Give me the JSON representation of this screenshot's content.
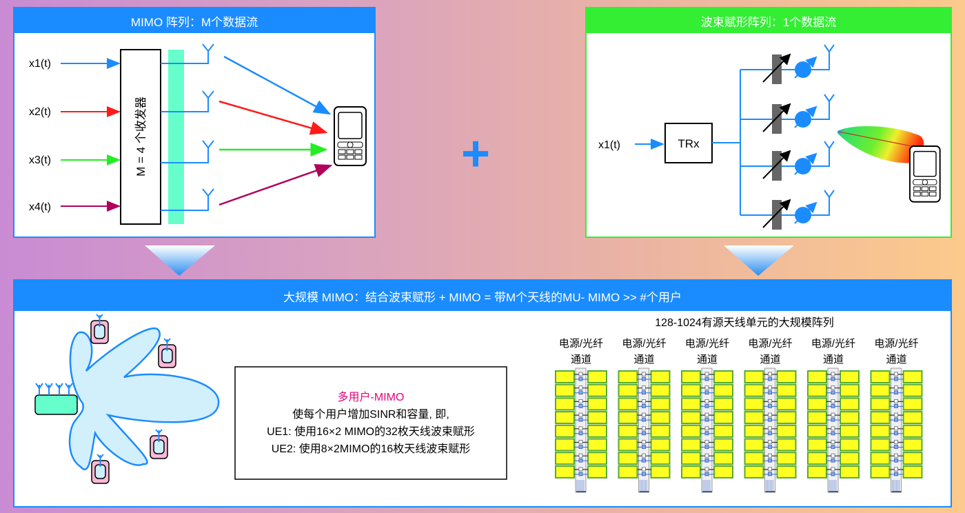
{
  "mimo_panel": {
    "title": "MIMO 阵列：M个数据流",
    "inputs": [
      "x1(t)",
      "x2(t)",
      "x3(t)",
      "x4(t)"
    ],
    "transceiver_label": "M = 4 个收发器"
  },
  "plus": "+",
  "beamforming_panel": {
    "title": "波束赋形阵列：1个数据流",
    "input": "x1(t)",
    "trx_label": "TRx"
  },
  "massive_panel": {
    "title": "大规模 MIMO：结合波束赋形 + MIMO = 带M个天线的MU- MIMO >> #个用户",
    "info_box": {
      "heading": "多用户-MIMO",
      "lines": [
        "使每个用户增加SINR和容量, 即,",
        "UE1: 使用16×2 MIMO的32枚天线波束赋形",
        "UE2: 使用8×2MIMO的16枚天线波束赋形"
      ]
    },
    "array_title": "128-1024有源天线单元的大规模阵列",
    "channel_labels": [
      {
        "line1": "电源/光纤",
        "line2": "通道"
      },
      {
        "line1": "电源/光纤",
        "line2": "通道"
      },
      {
        "line1": "电源/光纤",
        "line2": "通道"
      },
      {
        "line1": "电源/光纤",
        "line2": "通道"
      },
      {
        "line1": "电源/光纤",
        "line2": "通道"
      },
      {
        "line1": "电源/光纤",
        "line2": "通道"
      }
    ]
  },
  "colors": {
    "blue": "#1a8cff",
    "green_header": "#33ee33",
    "red": "#ff1a1a",
    "green": "#22ee22",
    "purple": "#b0005a",
    "magenta": "#e6007e"
  }
}
